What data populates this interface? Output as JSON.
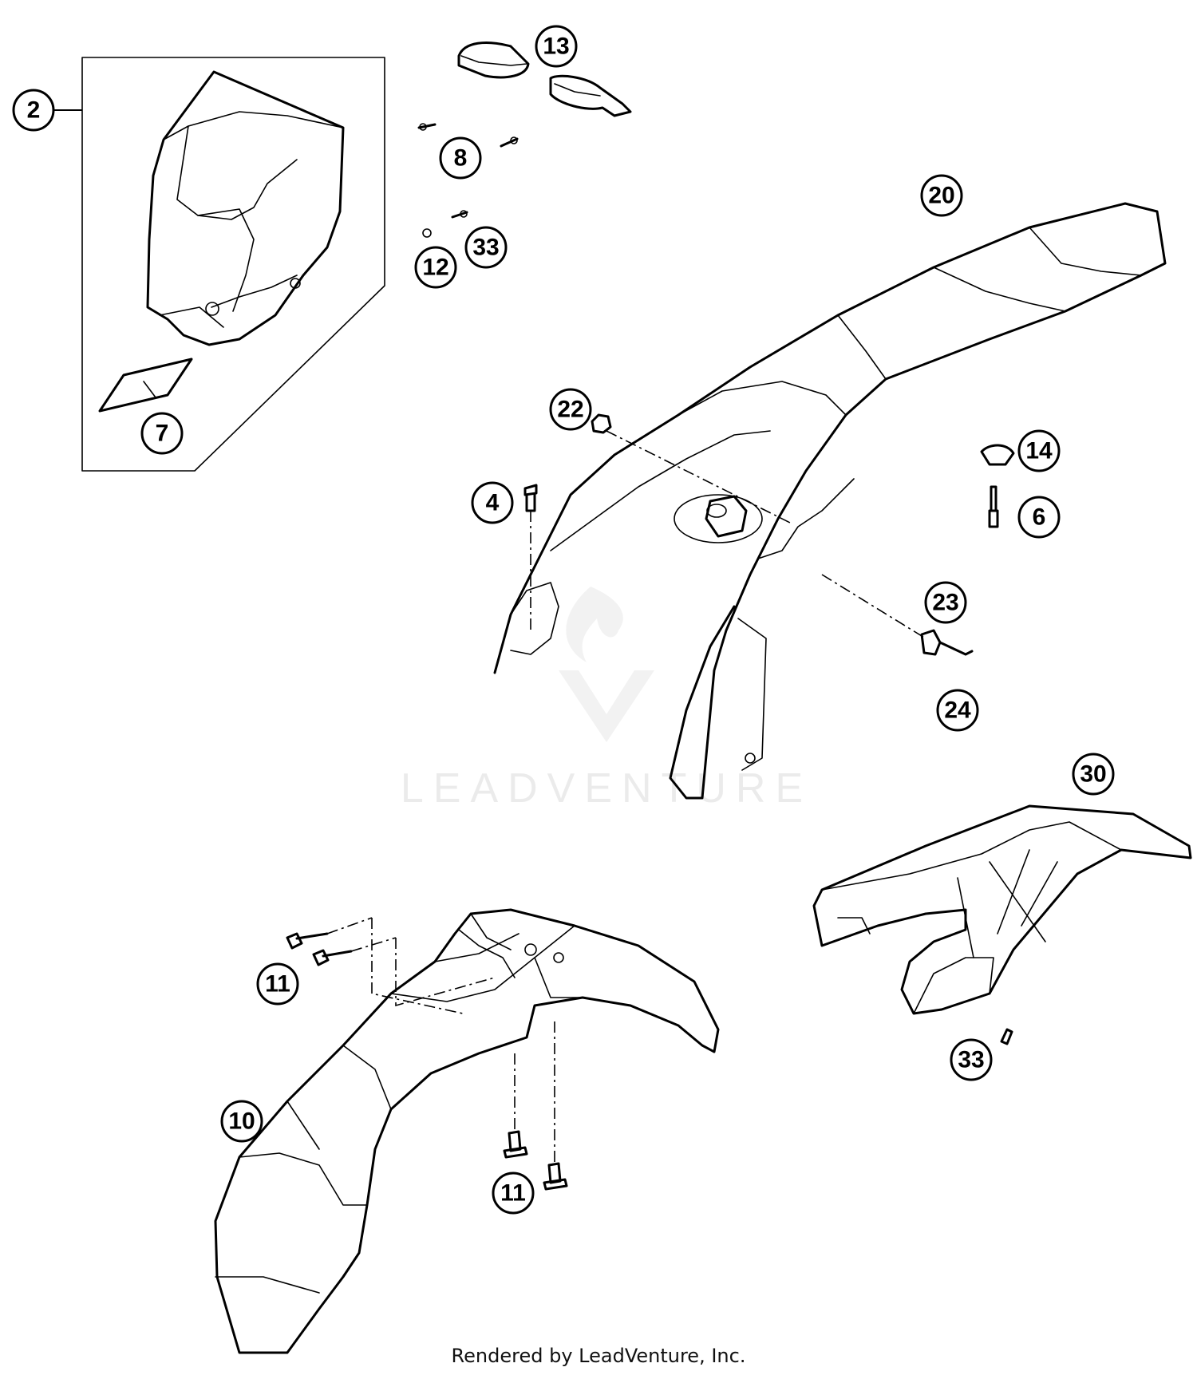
{
  "callouts": [
    {
      "id": "2",
      "label": "2"
    },
    {
      "id": "7",
      "label": "7"
    },
    {
      "id": "13",
      "label": "13"
    },
    {
      "id": "8",
      "label": "8"
    },
    {
      "id": "12",
      "label": "12"
    },
    {
      "id": "33a",
      "label": "33"
    },
    {
      "id": "20",
      "label": "20"
    },
    {
      "id": "22",
      "label": "22"
    },
    {
      "id": "14",
      "label": "14"
    },
    {
      "id": "4",
      "label": "4"
    },
    {
      "id": "6",
      "label": "6"
    },
    {
      "id": "23",
      "label": "23"
    },
    {
      "id": "24",
      "label": "24"
    },
    {
      "id": "30",
      "label": "30"
    },
    {
      "id": "11a",
      "label": "11"
    },
    {
      "id": "10",
      "label": "10"
    },
    {
      "id": "11b",
      "label": "11"
    },
    {
      "id": "33b",
      "label": "33"
    }
  ],
  "watermark": "LEADVENTURE",
  "footer": "Rendered by LeadVenture, Inc."
}
